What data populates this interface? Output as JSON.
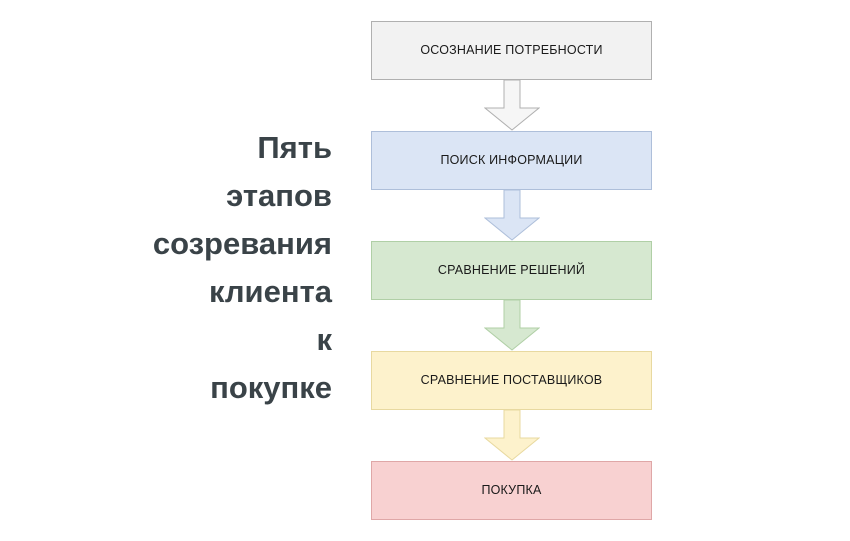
{
  "heading": {
    "text": "Пять\nэтапов\nсозревания\nклиента\nк\nпокупке",
    "color": "#3a4348",
    "align": "right"
  },
  "diagram": {
    "type": "flowchart",
    "orientation": "vertical-top-to-bottom",
    "steps": [
      {
        "index": 1,
        "label": "ОСОЗНАНИЕ ПОТРЕБНОСТИ",
        "fill": "#f2f2f2",
        "border": "#b0b0b0"
      },
      {
        "index": 2,
        "label": "ПОИСК ИНФОРМАЦИИ",
        "fill": "#dbe5f5",
        "border": "#aebfda"
      },
      {
        "index": 3,
        "label": "СРАВНЕНИЕ РЕШЕНИЙ",
        "fill": "#d6e8d0",
        "border": "#b0cfa6"
      },
      {
        "index": 4,
        "label": "СРАВНЕНИЕ ПОСТАВЩИКОВ",
        "fill": "#fdf2cc",
        "border": "#e8d9a0"
      },
      {
        "index": 5,
        "label": "ПОКУПКА",
        "fill": "#f8d1d1",
        "border": "#dfa7a7"
      }
    ],
    "connectors": [
      {
        "from": "ОСОЗНАНИЕ ПОТРЕБНОСТИ",
        "to": "ПОИСК ИНФОРМАЦИИ",
        "fill": "#f6f6f6",
        "stroke": "#b0b0b0"
      },
      {
        "from": "ПОИСК ИНФОРМАЦИИ",
        "to": "СРАВНЕНИЕ РЕШЕНИЙ",
        "fill": "#dbe5f5",
        "stroke": "#aebfda"
      },
      {
        "from": "СРАВНЕНИЕ РЕШЕНИЙ",
        "to": "СРАВНЕНИЕ ПОСТАВЩИКОВ",
        "fill": "#d6e8d0",
        "stroke": "#b0cfa6"
      },
      {
        "from": "СРАВНЕНИЕ ПОСТАВЩИКОВ",
        "to": "ПОКУПКА",
        "fill": "#fdf2cc",
        "stroke": "#e8d9a0"
      }
    ]
  }
}
